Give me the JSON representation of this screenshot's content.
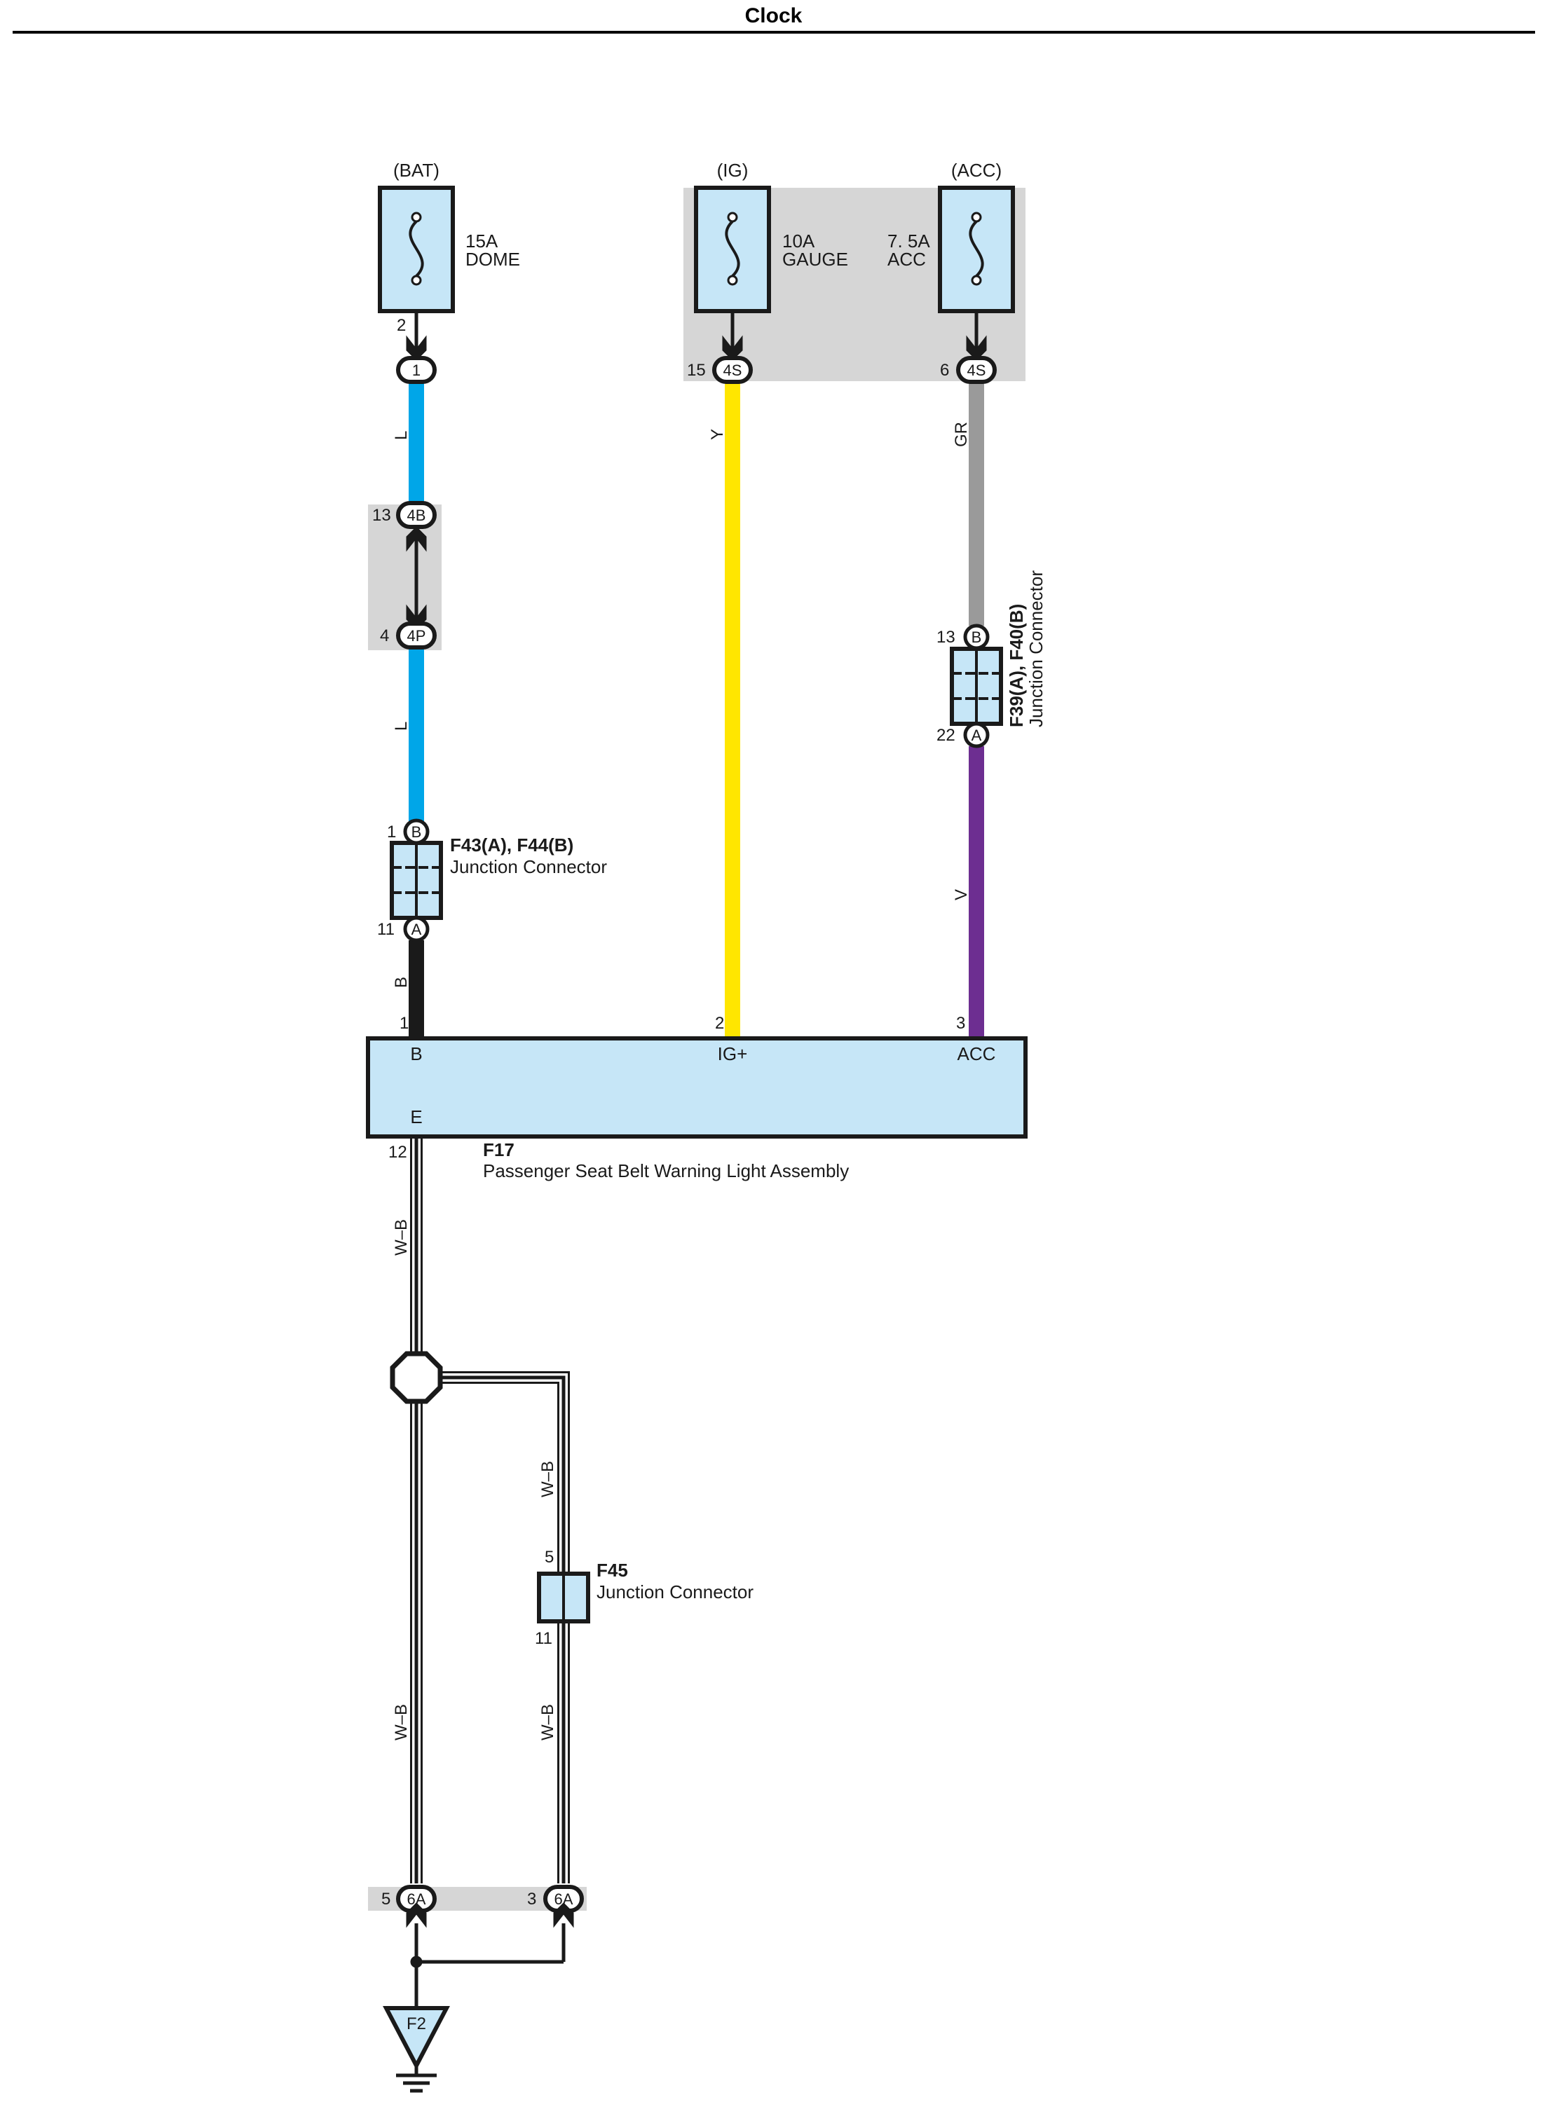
{
  "title": "Clock",
  "colors": {
    "L": "#00a6e8",
    "Y": "#ffe600",
    "GR": "#9a9a9a",
    "V": "#6d2e91",
    "B": "#1a1a1a",
    "component_fill": "#c6e6f7",
    "junction_block_fill": "#d6d6d6"
  },
  "sources": {
    "bat": {
      "label": "(BAT)",
      "amp": "15A",
      "name": "DOME",
      "pin": "2"
    },
    "ig": {
      "label": "(IG)",
      "amp": "10A",
      "name": "GAUGE"
    },
    "acc": {
      "label": "(ACC)",
      "amp": "7. 5A",
      "name": "ACC"
    }
  },
  "connectors": {
    "c1": {
      "id": "1"
    },
    "ig_4s": {
      "id": "4S",
      "pin": "15"
    },
    "acc_4s": {
      "id": "4S",
      "pin": "6"
    },
    "c4b": {
      "id": "4B",
      "pin": "13"
    },
    "c4p": {
      "id": "4P",
      "pin": "4"
    },
    "f43_b": {
      "id": "B",
      "pin": "1"
    },
    "f43_a": {
      "id": "A",
      "pin": "11"
    },
    "f39_b": {
      "id": "B",
      "pin": "13"
    },
    "f39_a": {
      "id": "A",
      "pin": "22"
    },
    "c6a_left": {
      "id": "6A",
      "pin": "5"
    },
    "c6a_right": {
      "id": "6A",
      "pin": "3"
    }
  },
  "wires": {
    "l_top": "L",
    "l_mid": "L",
    "y": "Y",
    "gr": "GR",
    "v": "V",
    "b": "B",
    "wb_main": "W–B",
    "wb_branch": "W–B",
    "wb_lower_left": "W–B",
    "wb_lower_right": "W–B"
  },
  "junction_connectors": {
    "f43": {
      "code": "F43(A), F44(B)",
      "name": "Junction Connector"
    },
    "f39": {
      "code": "F39(A), F40(B)",
      "name": "Junction Connector"
    },
    "f45": {
      "code": "F45",
      "name": "Junction Connector",
      "pin_top": "5",
      "pin_bottom": "11"
    }
  },
  "assembly": {
    "code": "F17",
    "name": "Passenger Seat Belt Warning Light Assembly",
    "pins": {
      "b": {
        "num": "1",
        "label": "B"
      },
      "ig": {
        "num": "2",
        "label": "IG+"
      },
      "acc": {
        "num": "3",
        "label": "ACC"
      },
      "e": {
        "num": "12",
        "label": "E"
      }
    }
  },
  "ground": {
    "label": "F2"
  }
}
